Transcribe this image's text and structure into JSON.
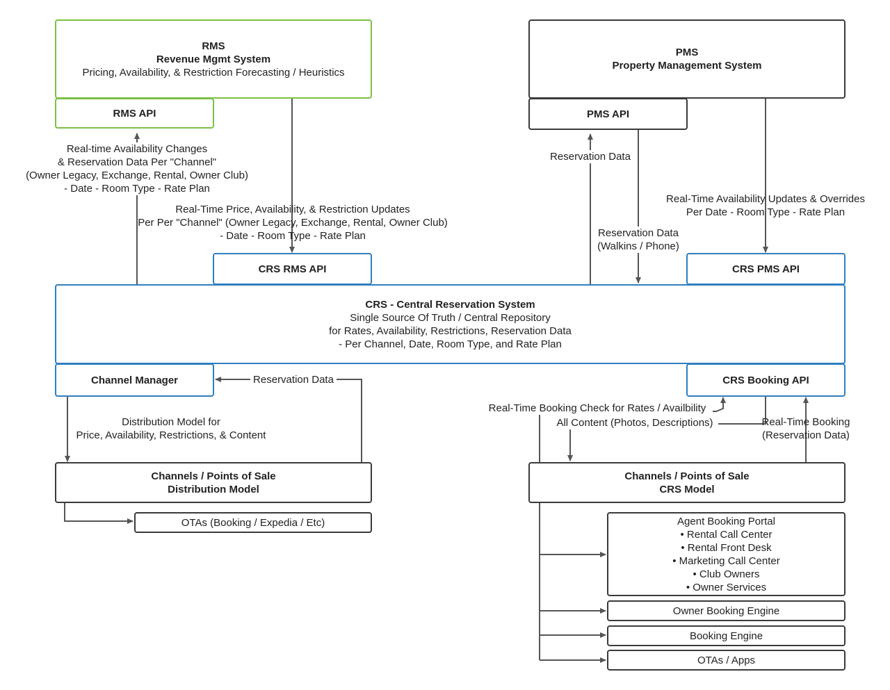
{
  "boxes": {
    "rms": {
      "line1": "RMS",
      "line2": "Revenue Mgmt System",
      "line3": "Pricing, Availability, & Restriction Forecasting / Heuristics"
    },
    "rms_api": "RMS API",
    "pms": {
      "line1": "PMS",
      "line2": "Property Management System"
    },
    "pms_api": "PMS API",
    "crs_rms_api": "CRS RMS API",
    "crs_pms_api": "CRS PMS API",
    "crs": {
      "line1": "CRS - Central Reservation System",
      "line2": "Single Source Of Truth / Central Repository",
      "line3": "for Rates, Availability, Restrictions, Reservation Data",
      "line4": "- Per Channel, Date, Room Type, and Rate Plan"
    },
    "channel_manager": "Channel Manager",
    "crs_booking_api": "CRS Booking API",
    "cps_distribution": {
      "line1": "Channels / Points of Sale",
      "line2": "Distribution Model"
    },
    "otas_booking": "OTAs (Booking / Expedia / Etc)",
    "cps_crs": {
      "line1": "Channels / Points of Sale",
      "line2": "CRS Model"
    },
    "agent_portal": {
      "title": "Agent Booking Portal",
      "items": [
        "• Rental Call Center",
        "• Rental Front Desk",
        "• Marketing Call Center",
        "• Club Owners",
        "• Owner Services"
      ]
    },
    "owner_booking_engine": "Owner Booking Engine",
    "booking_engine": "Booking Engine",
    "otas_apps": "OTAs / Apps"
  },
  "labels": {
    "rms_realtime": [
      "Real-time Availability Changes",
      "& Reservation Data Per \"Channel\"",
      "(Owner Legacy, Exchange, Rental, Owner Club)",
      "- Date - Room Type - Rate Plan"
    ],
    "crs_rms_updates": [
      "Real-Time Price, Availability, & Restriction Updates",
      "Per Per \"Channel\" (Owner Legacy, Exchange, Rental, Owner Club)",
      "- Date - Room Type - Rate Plan"
    ],
    "pms_reservation_data": "Reservation Data",
    "pms_walkins": [
      "Reservation Data",
      "(Walkins / Phone)"
    ],
    "pms_realtime": [
      "Real-Time Availability Updates & Overrides",
      "Per Date - Room Type - Rate Plan"
    ],
    "cm_reservation_data": "Reservation Data",
    "distribution_model": [
      "Distribution Model for",
      "Price, Availability, Restrictions, & Content"
    ],
    "booking_check": "Real-Time Booking Check for Rates / Availbility",
    "all_content": "All Content (Photos, Descriptions)",
    "realtime_booking": [
      "Real-Time Booking",
      "(Reservation Data)"
    ]
  },
  "colors": {
    "green": "#7bc043",
    "blue": "#2e7fc0",
    "dark": "#3a3a3a",
    "wire": "#555555"
  }
}
